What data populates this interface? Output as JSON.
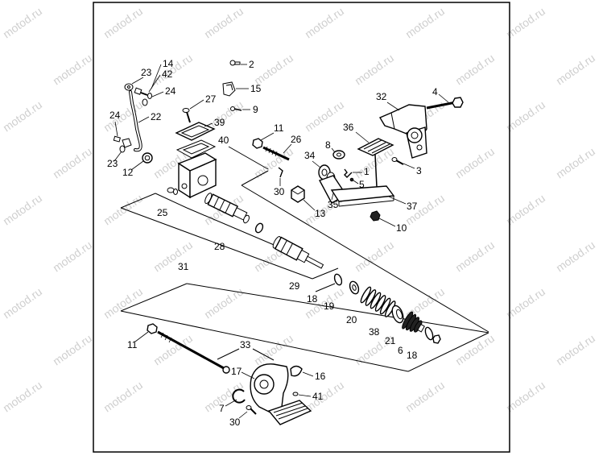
{
  "watermark": "motod.ru",
  "callouts": [
    "14",
    "42",
    "23",
    "24",
    "2",
    "15",
    "27",
    "9",
    "22",
    "24",
    "39",
    "23",
    "12",
    "40",
    "11",
    "26",
    "32",
    "4",
    "36",
    "8",
    "34",
    "1",
    "3",
    "5",
    "30",
    "25",
    "13",
    "35",
    "37",
    "10",
    "28",
    "31",
    "29",
    "18",
    "19",
    "20",
    "38",
    "21",
    "6",
    "18",
    "11",
    "33",
    "17",
    "16",
    "41",
    "7",
    "30"
  ]
}
